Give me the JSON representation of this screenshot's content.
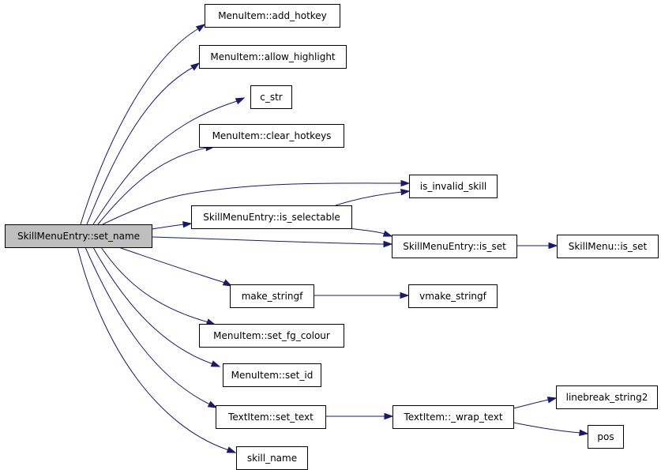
{
  "diagram": {
    "type": "call-graph",
    "colors": {
      "edge": "#191970",
      "root_fill": "#bfbfbf",
      "node_fill": "#ffffff",
      "border": "#000000"
    },
    "nodes": [
      {
        "id": "root",
        "label": "SkillMenuEntry::set_name",
        "root": true
      },
      {
        "id": "add_hotkey",
        "label": "MenuItem::add_hotkey"
      },
      {
        "id": "allow_highlight",
        "label": "MenuItem::allow_highlight"
      },
      {
        "id": "c_str",
        "label": "c_str"
      },
      {
        "id": "clear_hotkeys",
        "label": "MenuItem::clear_hotkeys"
      },
      {
        "id": "is_invalid_skill",
        "label": "is_invalid_skill"
      },
      {
        "id": "is_selectable",
        "label": "SkillMenuEntry::is_selectable"
      },
      {
        "id": "entry_is_set",
        "label": "SkillMenuEntry::is_set"
      },
      {
        "id": "menu_is_set",
        "label": "SkillMenu::is_set"
      },
      {
        "id": "make_stringf",
        "label": "make_stringf"
      },
      {
        "id": "vmake_stringf",
        "label": "vmake_stringf"
      },
      {
        "id": "set_fg_colour",
        "label": "MenuItem::set_fg_colour"
      },
      {
        "id": "set_id",
        "label": "MenuItem::set_id"
      },
      {
        "id": "set_text",
        "label": "TextItem::set_text"
      },
      {
        "id": "wrap_text",
        "label": "TextItem::_wrap_text"
      },
      {
        "id": "linebreak_string2",
        "label": "linebreak_string2"
      },
      {
        "id": "pos",
        "label": "pos"
      },
      {
        "id": "skill_name",
        "label": "skill_name"
      }
    ],
    "edges": [
      {
        "from": "root",
        "to": "add_hotkey"
      },
      {
        "from": "root",
        "to": "allow_highlight"
      },
      {
        "from": "root",
        "to": "c_str"
      },
      {
        "from": "root",
        "to": "clear_hotkeys"
      },
      {
        "from": "root",
        "to": "is_invalid_skill"
      },
      {
        "from": "root",
        "to": "is_selectable"
      },
      {
        "from": "root",
        "to": "entry_is_set"
      },
      {
        "from": "root",
        "to": "make_stringf"
      },
      {
        "from": "root",
        "to": "set_fg_colour"
      },
      {
        "from": "root",
        "to": "set_id"
      },
      {
        "from": "root",
        "to": "set_text"
      },
      {
        "from": "root",
        "to": "skill_name"
      },
      {
        "from": "is_selectable",
        "to": "is_invalid_skill"
      },
      {
        "from": "is_selectable",
        "to": "entry_is_set"
      },
      {
        "from": "entry_is_set",
        "to": "menu_is_set"
      },
      {
        "from": "make_stringf",
        "to": "vmake_stringf"
      },
      {
        "from": "set_text",
        "to": "wrap_text"
      },
      {
        "from": "wrap_text",
        "to": "linebreak_string2"
      },
      {
        "from": "wrap_text",
        "to": "pos"
      }
    ]
  }
}
